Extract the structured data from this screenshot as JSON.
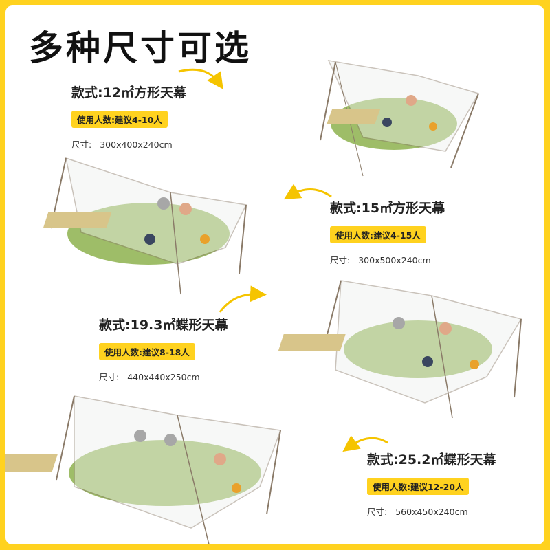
{
  "title": "多种尺寸可选",
  "accent_color": "#ffd21f",
  "variants": [
    {
      "model": "款式:12㎡方形天幕",
      "people": "使用人数:建议4-10人",
      "size_label": "尺寸:",
      "size_value": "300x400x240cm"
    },
    {
      "model": "款式:15㎡方形天幕",
      "people": "使用人数:建议4-15人",
      "size_label": "尺寸:",
      "size_value": "300x500x240cm"
    },
    {
      "model": "款式:19.3㎡蝶形天幕",
      "people": "使用人数:建议8-18人",
      "size_label": "尺寸:",
      "size_value": "440x440x250cm"
    },
    {
      "model": "款式:25.2㎡蝶形天幕",
      "people": "使用人数:建议12-20人",
      "size_label": "尺寸:",
      "size_value": "560x450x240cm"
    }
  ]
}
